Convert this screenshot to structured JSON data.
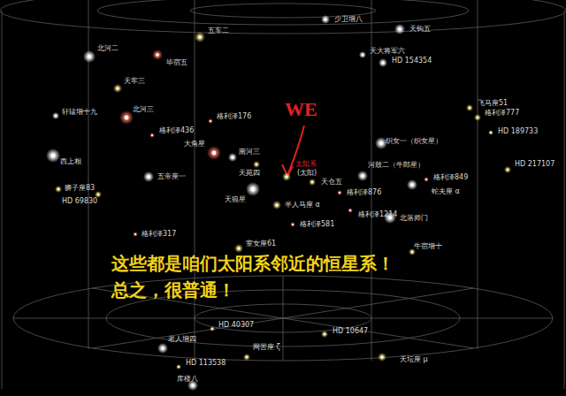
{
  "diagram": {
    "labels": [
      "少卫增八",
      "天钩五",
      "五车二",
      "北河二",
      "毕宿五",
      "天大将军六",
      "HD 154354",
      "天牢三",
      "轩辕增十九",
      "北河三",
      "格利泽176",
      "格利泽436",
      "大角星",
      "南河三",
      "西上相",
      "天苑四",
      "太阳系",
      "(太阳)",
      "五帝座一",
      "天狼星",
      "天仓五",
      "格利泽876",
      "河鼓二（牛郎星）",
      "织女一（织女星）",
      "格利泽849",
      "蛇夫座 α",
      "飞马座51",
      "格利泽777",
      "HD 189733",
      "HD 217107",
      "狮子座83",
      "HD 69830",
      "半人马座 α",
      "格利泽1214",
      "北落师门",
      "格利泽581",
      "格利泽317",
      "室女座61",
      "牛宿增十",
      "WE",
      "这些都是咱们太阳系邻近的恒星系！",
      "总之，很普通！",
      "HD 40307",
      "HD 10647",
      "老人增四",
      "网罟座 ζ",
      "HD 113538",
      "天坛座 μ",
      "库楼八"
    ]
  }
}
